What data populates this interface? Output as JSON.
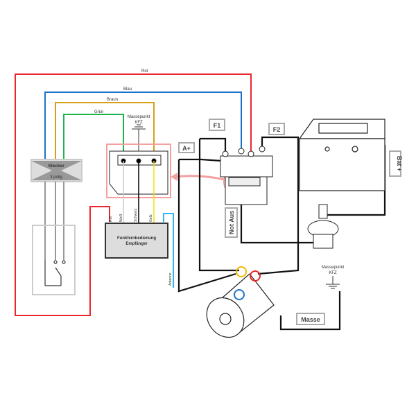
{
  "wires": {
    "rot": "Rot",
    "blau": "Blau",
    "braun": "Braun",
    "gruen": "Grün"
  },
  "ground_top": {
    "line1": "Massepunkt",
    "line2": "KFZ"
  },
  "connector": {
    "title": "Stecker",
    "subtitle": "3 polig"
  },
  "receiver": {
    "title": "Funkfernbedienung",
    "subtitle": "Empfänger",
    "pins": [
      "Rot",
      "Weiß",
      "Schwarz",
      "Gelb"
    ],
    "antenna": "Antenne"
  },
  "terminals": {
    "a_plus": "A+",
    "f1": "F1",
    "f2": "F2",
    "bat_plus": "Bat +",
    "not_aus": "Not Aus",
    "masse": "Masse"
  },
  "ground_right": {
    "line1": "Massepunkt",
    "line2": "KFZ"
  },
  "colors": {
    "red": "#e8262b",
    "blue": "#1a73c7",
    "brown": "#d4a017",
    "green": "#1db34f",
    "yellow": "#f0e000",
    "cyan": "#33b4ef",
    "highlight": "#f4a0a0"
  }
}
